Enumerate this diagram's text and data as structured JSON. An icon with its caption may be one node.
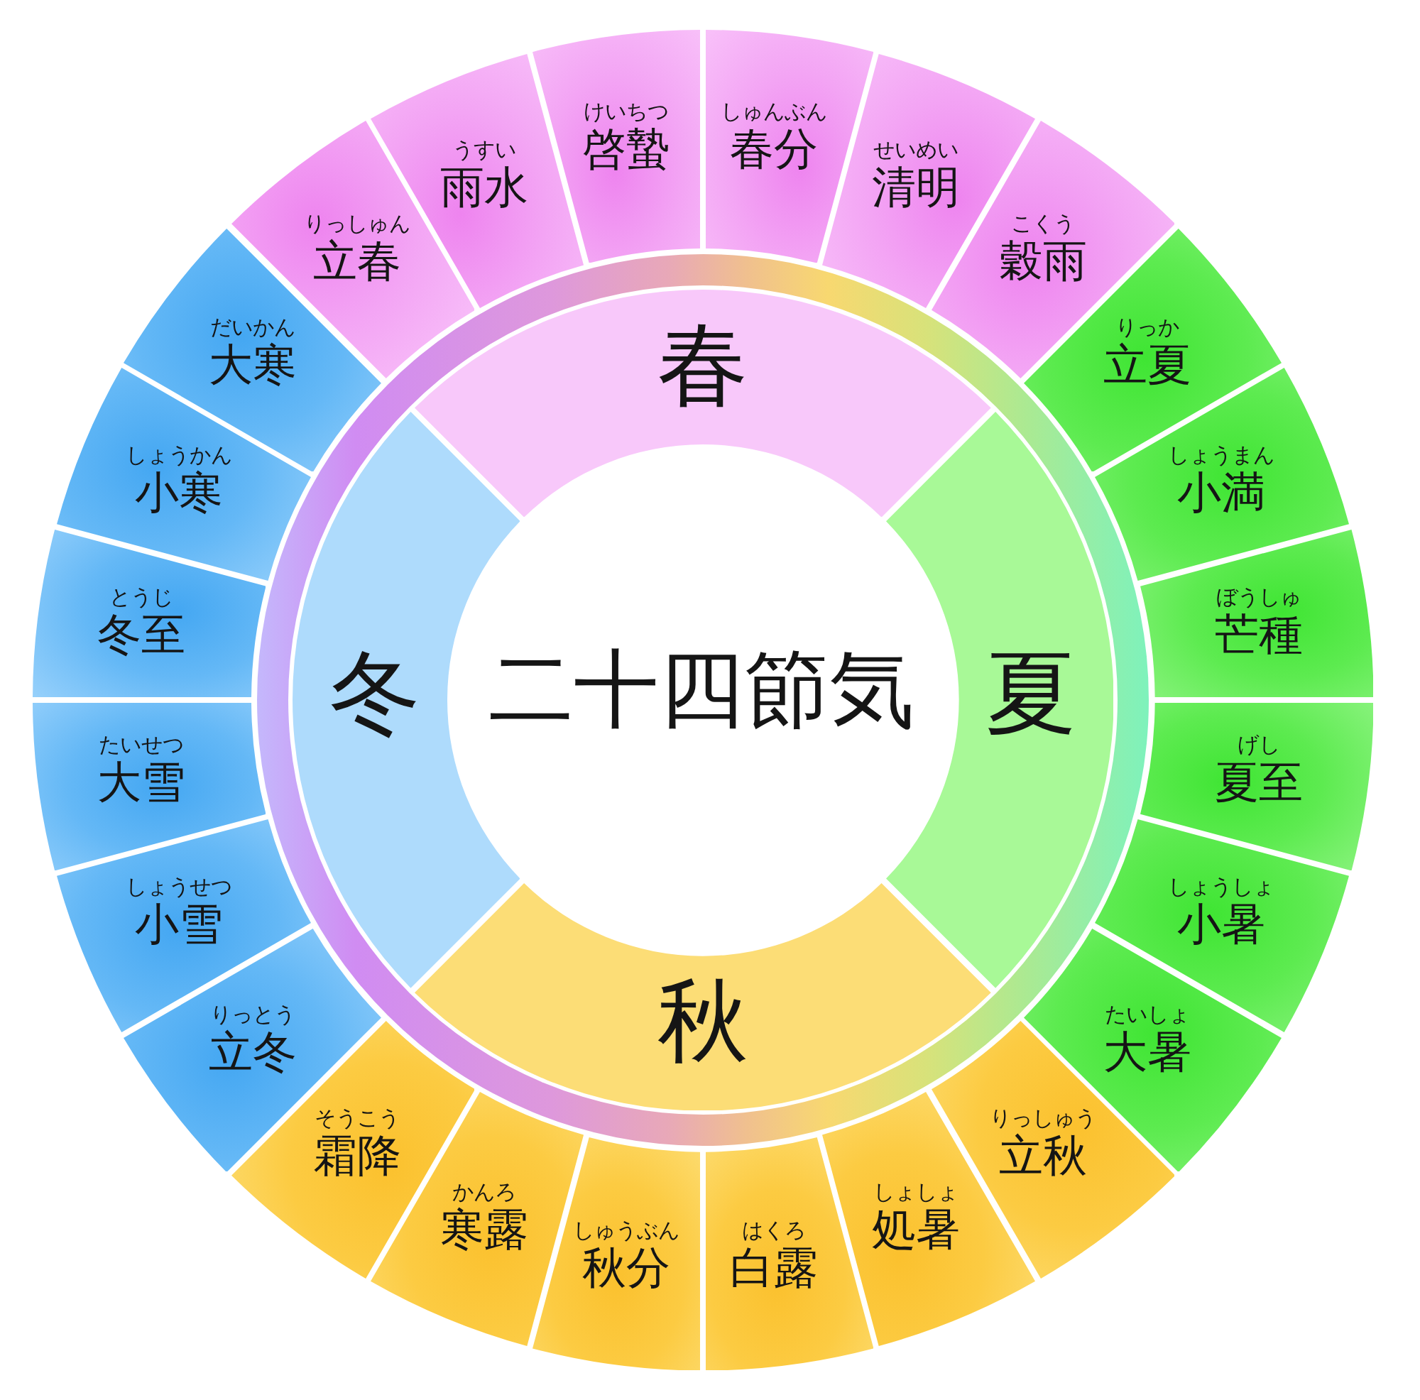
{
  "diagram": {
    "nodes": [
      {
        "text": [
          "二十四節気"
        ]
      },
      {
        "text": [
          "春"
        ]
      },
      {
        "text": [
          "夏"
        ]
      },
      {
        "text": [
          "秋"
        ]
      },
      {
        "text": [
          "冬"
        ]
      },
      {
        "text": [
          "りっしゅん",
          "立春"
        ]
      },
      {
        "text": [
          "うすい",
          "雨水"
        ]
      },
      {
        "text": [
          "けいちつ",
          "啓蟄"
        ]
      },
      {
        "text": [
          "しゅんぶん",
          "春分"
        ]
      },
      {
        "text": [
          "せいめい",
          "清明"
        ]
      },
      {
        "text": [
          "こくう",
          "穀雨"
        ]
      },
      {
        "text": [
          "りっか",
          "立夏"
        ]
      },
      {
        "text": [
          "しょうまん",
          "小満"
        ]
      },
      {
        "text": [
          "ぼうしゅ",
          "芒種"
        ]
      },
      {
        "text": [
          "げし",
          "夏至"
        ]
      },
      {
        "text": [
          "しょうしょ",
          "小暑"
        ]
      },
      {
        "text": [
          "たいしょ",
          "大暑"
        ]
      },
      {
        "text": [
          "りっしゅう",
          "立秋"
        ]
      },
      {
        "text": [
          "しょしょ",
          "処暑"
        ]
      },
      {
        "text": [
          "はくろ",
          "白露"
        ]
      },
      {
        "text": [
          "しゅうぶん",
          "秋分"
        ]
      },
      {
        "text": [
          "かんろ",
          "寒露"
        ]
      },
      {
        "text": [
          "そうこう",
          "霜降"
        ]
      },
      {
        "text": [
          "りっとう",
          "立冬"
        ]
      },
      {
        "text": [
          "しょうせつ",
          "小雪"
        ]
      },
      {
        "text": [
          "たいせつ",
          "大雪"
        ]
      },
      {
        "text": [
          "とうじ",
          "冬至"
        ]
      },
      {
        "text": [
          "しょうかん",
          "小寒"
        ]
      },
      {
        "text": [
          "だいかん",
          "大寒"
        ]
      }
    ]
  }
}
